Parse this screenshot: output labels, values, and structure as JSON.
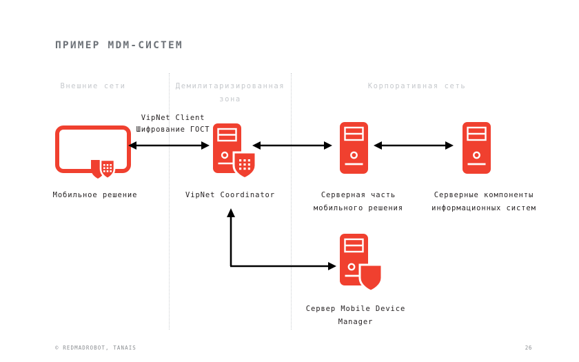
{
  "slide": {
    "title": "ПРИМЕР MDM-СИСТЕМ",
    "page_number": "26",
    "copyright": "© REDMADROBOT, TANAIS",
    "accent_color": "#F0402F",
    "title_color": "#6D7278",
    "zone_label_color": "#C6C9CD",
    "text_color": "#231F20"
  },
  "zones": [
    {
      "id": "external",
      "label": "Внешние сети"
    },
    {
      "id": "dmz",
      "label": "Демилитаризированная зона"
    },
    {
      "id": "corporate",
      "label": "Корпоративная сеть"
    }
  ],
  "nodes": [
    {
      "id": "mobile",
      "label": "Мобильное решение",
      "icon": "tablet-with-shield-icon"
    },
    {
      "id": "coordinator",
      "label": "VipNet Coordinator",
      "icon": "server-with-dotted-shield-icon"
    },
    {
      "id": "server_part",
      "label": "Серверная часть мобильного решения",
      "icon": "server-icon"
    },
    {
      "id": "server_comp",
      "label": "Серверные компоненты информационных систем",
      "icon": "server-icon"
    },
    {
      "id": "mdm_server",
      "label": "Сервер Mobile Device Manager",
      "icon": "server-with-shield-icon"
    }
  ],
  "annotations": {
    "vipnet_client": "VipNet Client\nШифрование ГОСТ"
  },
  "connections": [
    {
      "id": "mobile-coordinator",
      "direction": "bidirectional"
    },
    {
      "id": "coordinator-server",
      "direction": "bidirectional"
    },
    {
      "id": "server-server",
      "direction": "bidirectional"
    },
    {
      "id": "mdm-elbow",
      "direction": "bidirectional"
    }
  ]
}
